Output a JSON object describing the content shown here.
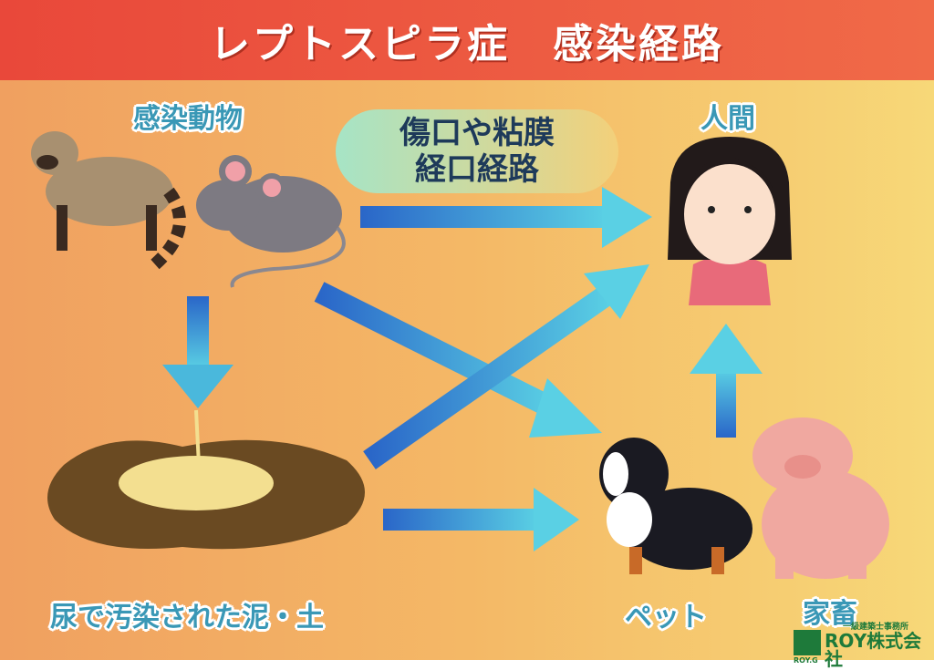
{
  "title": "レプトスピラ症　感染経路",
  "labels": {
    "infected_animals": "感染動物",
    "human": "人間",
    "soil": "尿で汚染された泥・土",
    "pet": "ペット",
    "livestock": "家畜"
  },
  "route": {
    "line1": "傷口や粘膜",
    "line2": "経口経路"
  },
  "logo": {
    "subtitle": "一級建築士事務所",
    "name": "ROY株式会社",
    "mark": "ROY.G"
  },
  "colors": {
    "title_bar": "#e9483a",
    "label_text": "#3a98b6",
    "arrow_start": "#2a66c8",
    "arrow_end": "#5ad0e4"
  }
}
